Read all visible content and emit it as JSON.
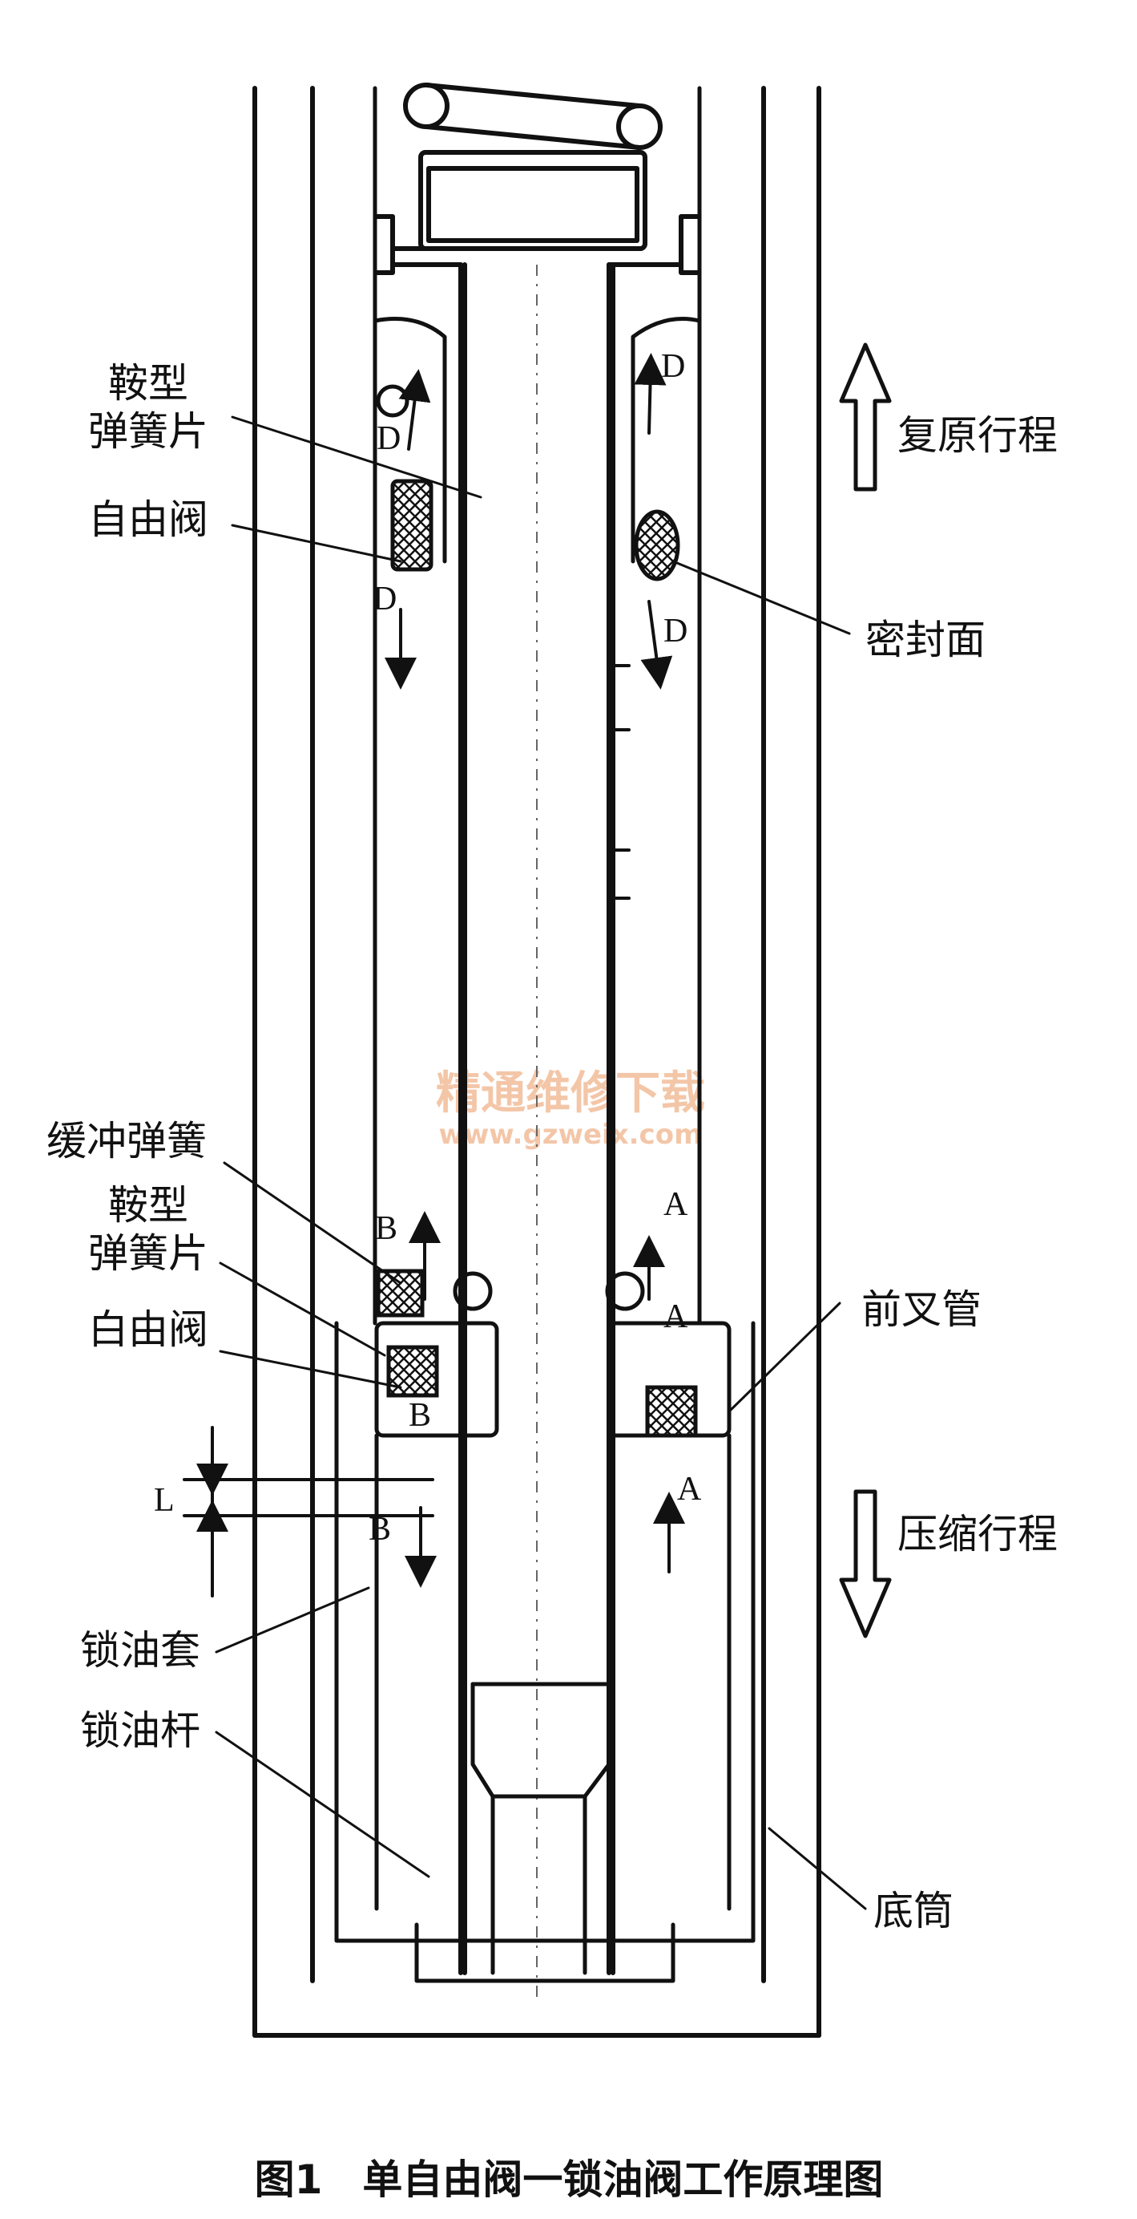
{
  "diagram": {
    "labels": {
      "saddle_spring_top": [
        "鞍型",
        "弹簧片"
      ],
      "free_valve_top": "自由阀",
      "sealing_surface": "密封面",
      "rebound_stroke": "复原行程",
      "buffer_spring": "缓冲弹簧",
      "saddle_spring_bottom": [
        "鞍型",
        "弹簧片"
      ],
      "free_valve_bottom": "白由阀",
      "front_fork_tube": "前叉管",
      "compression_stroke": "压缩行程",
      "lock_oil_sleeve": "锁油套",
      "lock_oil_rod": "锁油杆",
      "bottom_tube": "底筒",
      "dimension_L": "L"
    },
    "flow_markers": {
      "D": "D",
      "A": "A",
      "B": "B"
    },
    "watermark": {
      "cn": "精通维修下载",
      "url": "www.gzweix.com"
    },
    "caption": "图1　单自由阀一锁油阀工作原理图"
  },
  "colors": {
    "ink": "#111111",
    "watermark": "#f0b48c",
    "background": "#ffffff"
  }
}
